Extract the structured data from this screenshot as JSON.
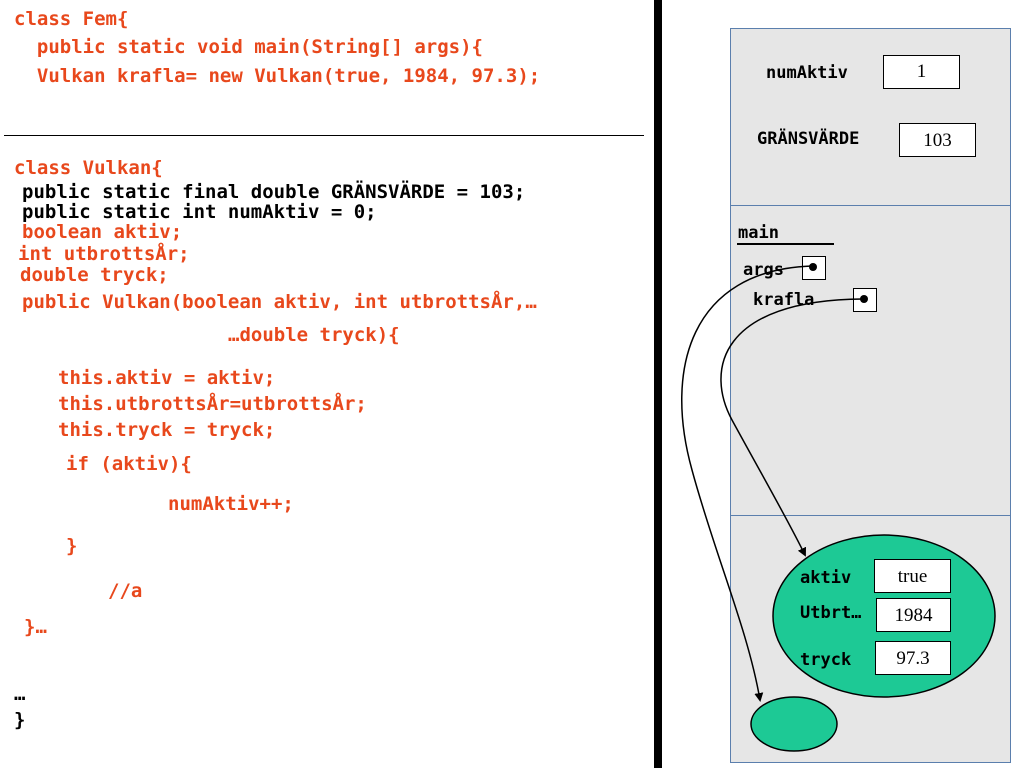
{
  "code_fem": [
    "class Fem{",
    "  public static void main(String[] args){",
    "  Vulkan krafla= new Vulkan(true, 1984, 97.3);"
  ],
  "code_vulkan": {
    "class_decl": "class Vulkan{",
    "const_line": "public static final double GRÄNSVÄRDE = 103;",
    "static_line": "public static int numAktiv = 0;",
    "field_aktiv": "boolean aktiv;",
    "field_ar": "int utbrottsÅr;",
    "field_tryck": "double tryck;",
    "ctor_line1": "public Vulkan(boolean aktiv, int utbrottsÅr,…",
    "ctor_line2": "…double tryck){",
    "assign_aktiv": "this.aktiv = aktiv;",
    "assign_ar": "this.utbrottsÅr=utbrottsÅr;",
    "assign_tryck": "this.tryck = tryck;",
    "if_line": "if (aktiv){",
    "increment": "numAktiv++;",
    "if_close": "}",
    "comment": "//a",
    "ctor_close": "}…",
    "ellipsis": "…",
    "class_close": "}"
  },
  "memory": {
    "static_area": {
      "numAktiv_label": "numAktiv",
      "numAktiv_value": "1",
      "gransvarde_label": "GRÄNSVÄRDE",
      "gransvarde_value": "103"
    },
    "stack": {
      "frame_label": "main",
      "args_label": "args",
      "krafla_label": "krafla"
    },
    "heap": {
      "aktiv_label": "aktiv",
      "aktiv_value": "true",
      "utbrt_label": "Utbrt…",
      "utbrt_value": "1984",
      "tryck_label": "tryck",
      "tryck_value": "97.3"
    }
  },
  "colors": {
    "code_red": "#e8481c",
    "panel_bg": "#e6e6e6",
    "panel_border": "#5b7fad",
    "heap_object": "#1dc995"
  }
}
